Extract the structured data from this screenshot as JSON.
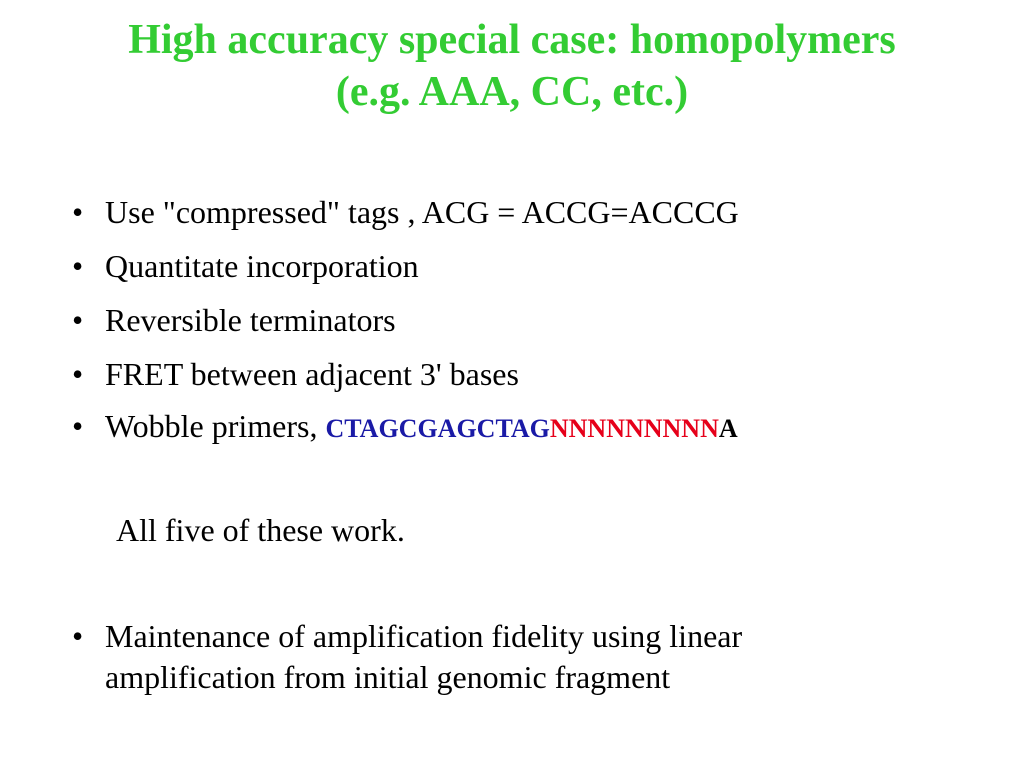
{
  "title": {
    "line1": "High accuracy special case: homopolymers",
    "line2": "(e.g. AAA, CC, etc.)"
  },
  "bullets": [
    {
      "text": "Use \"compressed\" tags ,  ACG = ACCG=ACCCG"
    },
    {
      "text": "Quantitate incorporation"
    },
    {
      "text": "Reversible terminators"
    },
    {
      "text": "FRET between adjacent 3' bases"
    },
    {
      "text": "Wobble primers, ",
      "seq_blue": "CTAGCGAGCTAG",
      "seq_red": "NNNNNNNNN",
      "seq_end": "A"
    }
  ],
  "note": "All five of these work.",
  "final_bullet": {
    "line1": "Maintenance of amplification fidelity using linear",
    "line2": "amplification from initial genomic fragment"
  },
  "bullet_symbol": "•",
  "colors": {
    "title": "#33cc33",
    "seq_blue": "#1a1aa6",
    "seq_red": "#e6001a"
  }
}
